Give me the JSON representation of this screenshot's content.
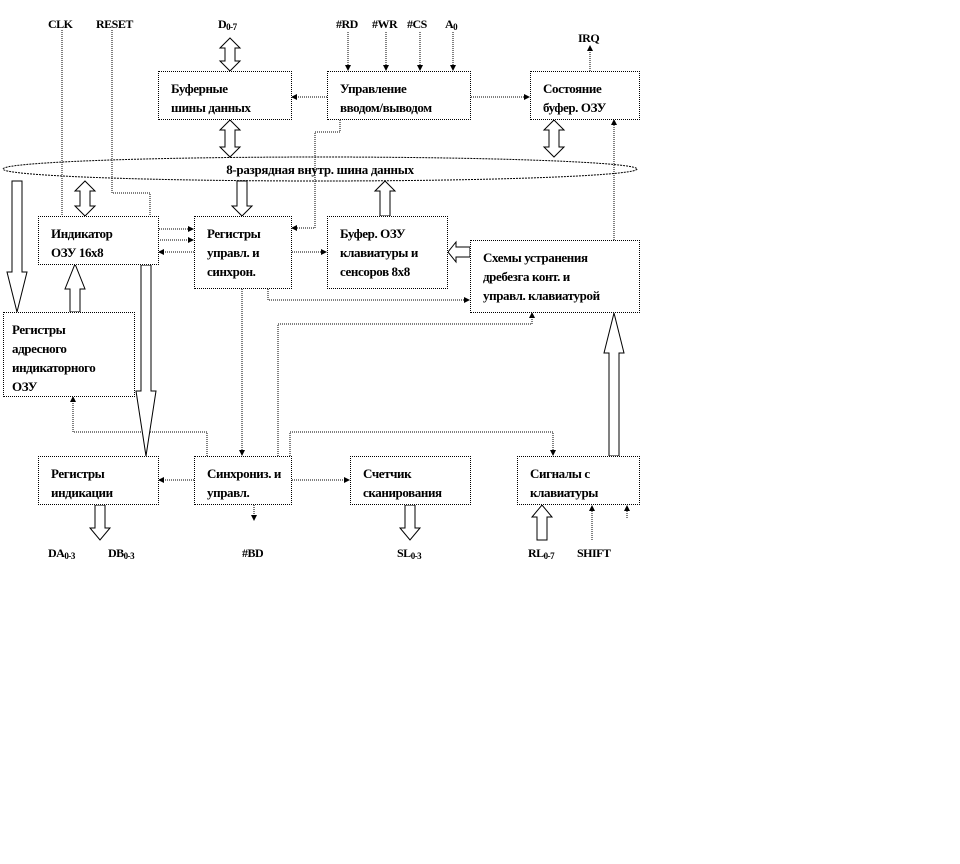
{
  "bus_label": "8-разрядная внутр. шина данных",
  "blocks": {
    "data_buffers": "Буферные\nшины данных",
    "io_control": "Управление\nвводом/выводом",
    "fifo_status": "Состояние\nбуфер. ОЗУ",
    "display_ram": "Индикатор\nОЗУ 16х8",
    "control_registers": "Регистры\nуправл. и\nсинхрон.",
    "fifo_ram": "Буфер. ОЗУ\nклавиатуры и\nсенсоров 8х8",
    "debounce": "Схемы устранения\nдребезга конт. и\nуправл. клавиатурой",
    "display_address": "Регистры\nадресного\nиндикаторного\nОЗУ",
    "display_registers": "Регистры\nиндикации",
    "timing_control": "Синхрониз. и\nуправл.",
    "scan_counter": "Счетчик\nсканирования",
    "keyboard_signals": "Сигналы с\nклавиатуры"
  },
  "signals": {
    "clk": "CLK",
    "reset": "RESET",
    "d": {
      "name": "D",
      "sub": "0-7"
    },
    "rd": "#RD",
    "wr": "#WR",
    "cs": "#CS",
    "a0": {
      "name": "A",
      "sub": "0"
    },
    "irq": "IRQ",
    "da": {
      "name": "DA",
      "sub": "0-3"
    },
    "db": {
      "name": "DB",
      "sub": "0-3"
    },
    "bd": "#BD",
    "sl": {
      "name": "SL",
      "sub": "0-3"
    },
    "rl": {
      "name": "RL",
      "sub": "0-7"
    },
    "shift": "SHIFT"
  }
}
